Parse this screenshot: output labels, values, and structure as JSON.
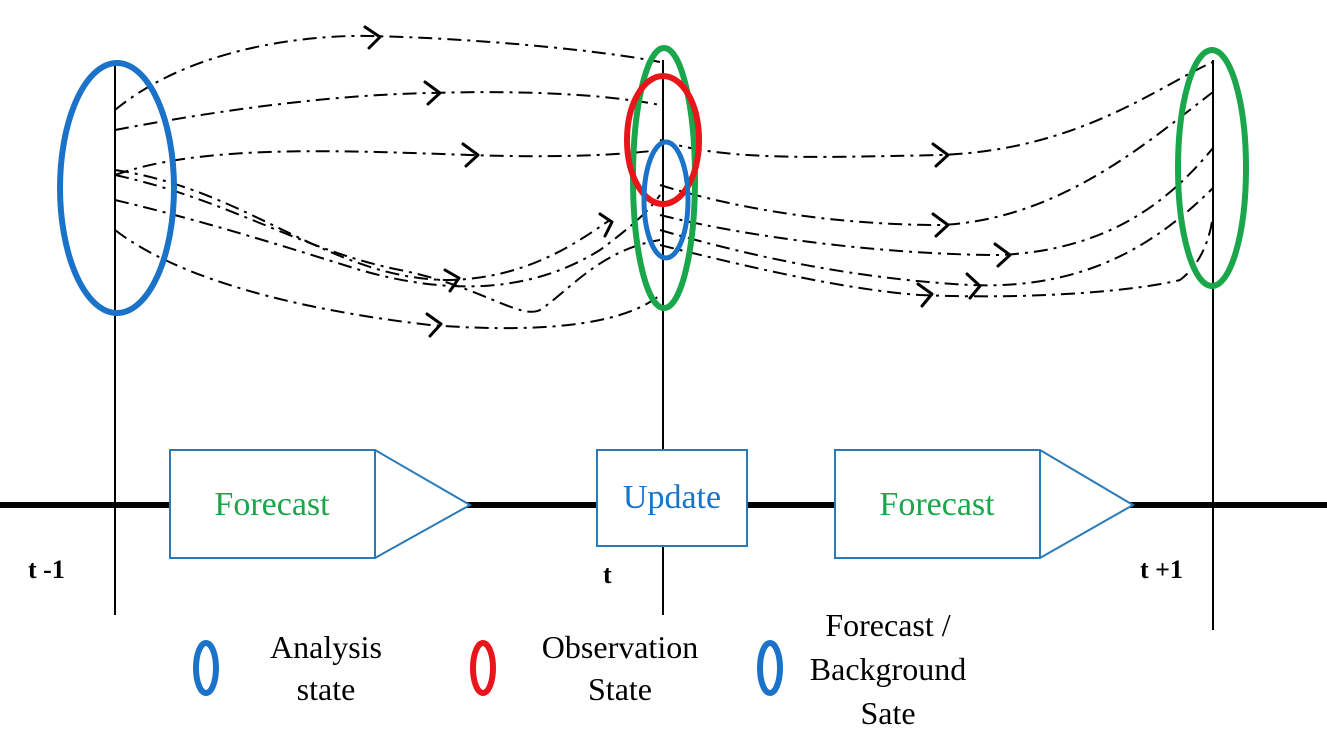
{
  "time_labels": {
    "t_minus_1": "t -1",
    "t": "t",
    "t_plus_1": "t +1"
  },
  "boxes": {
    "forecast_1": "Forecast",
    "update": "Update",
    "forecast_2": "Forecast"
  },
  "legend": {
    "analysis": {
      "line1": "Analysis",
      "line2": "state",
      "color": "#1a73c8"
    },
    "observation": {
      "line1": "Observation",
      "line2": "State",
      "color": "#e8151b"
    },
    "forecast_background": {
      "line1": "Forecast /",
      "line2": "Background",
      "line3": "Sate",
      "color": "#1a73c8"
    }
  },
  "colors": {
    "analysis_ellipse": "#1a73c8",
    "observation_ellipse": "#e8151b",
    "forecast_ellipse": "#1a73c8",
    "ensemble_ellipse": "#1aa64a",
    "forecast_text": "#1aa64a",
    "update_text": "#1a73c8",
    "box_border": "#2a7ab8"
  }
}
